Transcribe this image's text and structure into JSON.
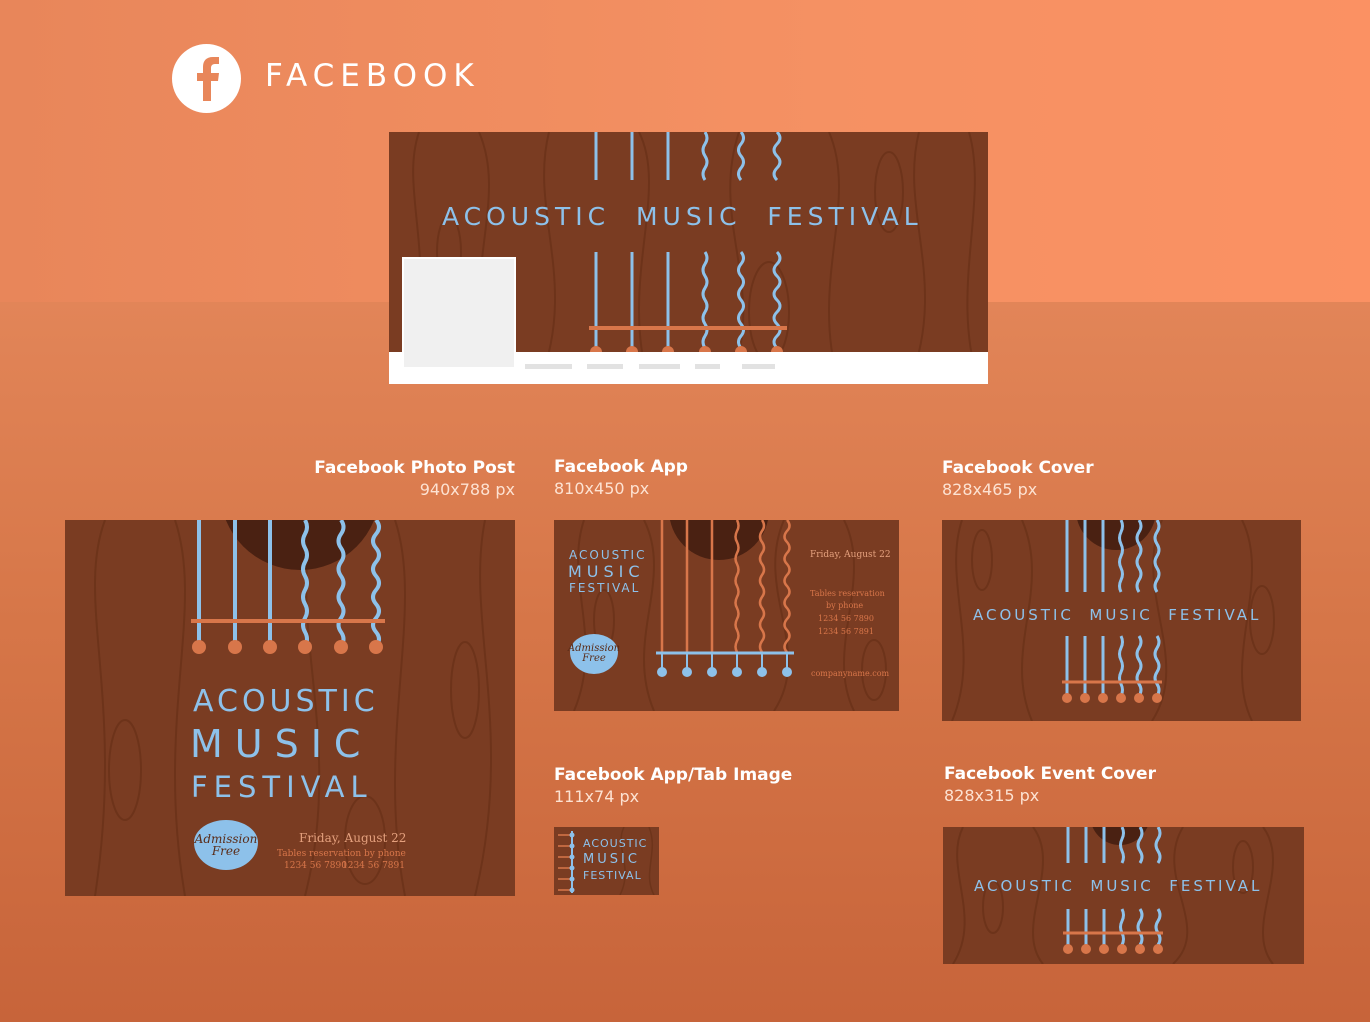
{
  "header": {
    "brand": "FACEBOOK",
    "icon": "facebook-f-icon"
  },
  "colors": {
    "panel_bg": "#7a3c22",
    "accent_blue": "#8dc1ea",
    "accent_orange": "#d8764a",
    "white": "#ffffff"
  },
  "festival": {
    "word1": "ACOUSTIC",
    "word2": "MUSIC",
    "word3": "FESTIVAL",
    "title_line": "ACOUSTIC  MUSIC  FESTIVAL",
    "date": "Friday, August 22",
    "reservation": "Tables reservation by phone",
    "reservation_l1": "Tables reservation",
    "reservation_l2": "by phone",
    "phone1": "1234 56 7890",
    "phone2": "1234 56 7891",
    "admission_l1": "Admission",
    "admission_l2": "Free",
    "company": "companyname.com"
  },
  "previews": [
    {
      "title": "Facebook Photo Post",
      "size": "940x788 px"
    },
    {
      "title": "Facebook App",
      "size": "810x450 px"
    },
    {
      "title": "Facebook Cover",
      "size": "828x465 px"
    },
    {
      "title": "Facebook App/Tab Image",
      "size": "111x74 px"
    },
    {
      "title": "Facebook Event Cover",
      "size": "828x315 px"
    }
  ]
}
